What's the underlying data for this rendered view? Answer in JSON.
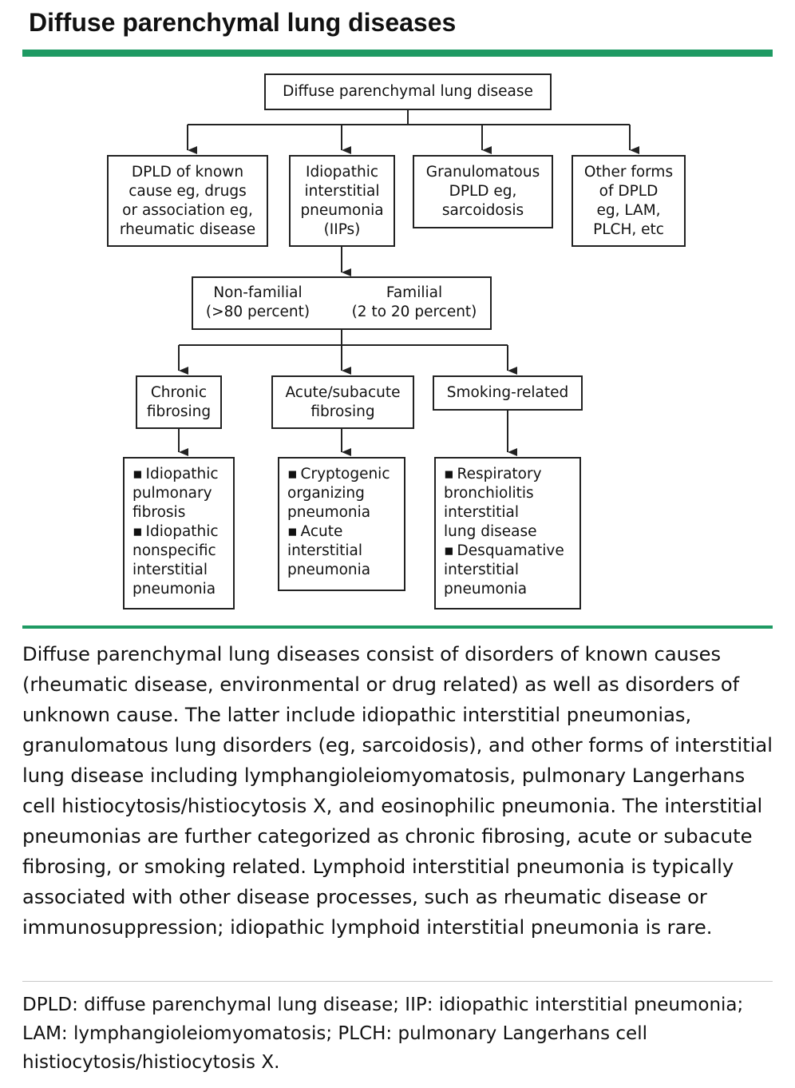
{
  "title": "Diffuse parenchymal lung diseases",
  "diagram": {
    "root": "Diffuse parenchymal lung disease",
    "level1": [
      {
        "lines": [
          "DPLD of known",
          "cause eg, drugs",
          "or association eg,",
          "rheumatic disease"
        ]
      },
      {
        "lines": [
          "Idiopathic",
          "interstitial",
          "pneumonia",
          "(IIPs)"
        ]
      },
      {
        "lines": [
          "Granulomatous",
          "DPLD eg,",
          "sarcoidosis"
        ]
      },
      {
        "lines": [
          "Other forms",
          "of DPLD",
          "eg, LAM,",
          "PLCH, etc"
        ]
      }
    ],
    "familial_box": {
      "nonfamilial_label": "Non-familial",
      "nonfamilial_pct": "(>80 percent)",
      "familial_label": "Familial",
      "familial_pct": "(2 to 20 percent)"
    },
    "level3": [
      {
        "lines": [
          "Chronic",
          "fibrosing"
        ]
      },
      {
        "lines": [
          "Acute/subacute",
          "fibrosing"
        ]
      },
      {
        "lines": [
          "Smoking-related"
        ]
      }
    ],
    "level4": [
      {
        "items": [
          {
            "bullet": true,
            "text": "Idiopathic"
          },
          {
            "bullet": false,
            "text": "pulmonary"
          },
          {
            "bullet": false,
            "text": "fibrosis"
          },
          {
            "bullet": true,
            "text": "Idiopathic"
          },
          {
            "bullet": false,
            "text": "nonspecific"
          },
          {
            "bullet": false,
            "text": "interstitial"
          },
          {
            "bullet": false,
            "text": "pneumonia"
          }
        ]
      },
      {
        "items": [
          {
            "bullet": true,
            "text": "Cryptogenic"
          },
          {
            "bullet": false,
            "text": "organizing"
          },
          {
            "bullet": false,
            "text": "pneumonia"
          },
          {
            "bullet": true,
            "text": "Acute"
          },
          {
            "bullet": false,
            "text": "interstitial"
          },
          {
            "bullet": false,
            "text": "pneumonia"
          }
        ]
      },
      {
        "items": [
          {
            "bullet": true,
            "text": "Respiratory"
          },
          {
            "bullet": false,
            "text": "bronchiolitis"
          },
          {
            "bullet": false,
            "text": "interstitial"
          },
          {
            "bullet": false,
            "text": "lung disease"
          },
          {
            "bullet": true,
            "text": "Desquamative"
          },
          {
            "bullet": false,
            "text": "interstitial"
          },
          {
            "bullet": false,
            "text": "pneumonia"
          }
        ]
      }
    ]
  },
  "caption": "Diffuse parenchymal lung diseases consist of disorders of known causes (rheumatic disease, environmental or drug related) as well as disorders of unknown cause. The latter include idiopathic interstitial pneumonias, granulomatous lung disorders (eg, sarcoidosis), and other forms of interstitial lung disease including lymphangioleiomyomatosis, pulmonary Langerhans cell histiocytosis/histiocytosis X, and eosinophilic pneumonia. The interstitial pneumonias are further categorized as chronic fibrosing, acute or subacute fibrosing, or smoking related. Lymphoid interstitial pneumonia is typically associated with other disease processes, such as rheumatic disease or immunosuppression; idiopathic lymphoid interstitial pneumonia is rare.",
  "abbreviations": "DPLD: diffuse parenchymal lung disease; IIP: idiopathic interstitial pneumonia; LAM: lymphangioleiomyomatosis; PLCH: pulmonary Langerhans cell histiocytosis/histiocytosis X.",
  "colors": {
    "accent_rule": "#1e9a63",
    "divider": "#c9c9c9",
    "box_border": "#222222"
  }
}
